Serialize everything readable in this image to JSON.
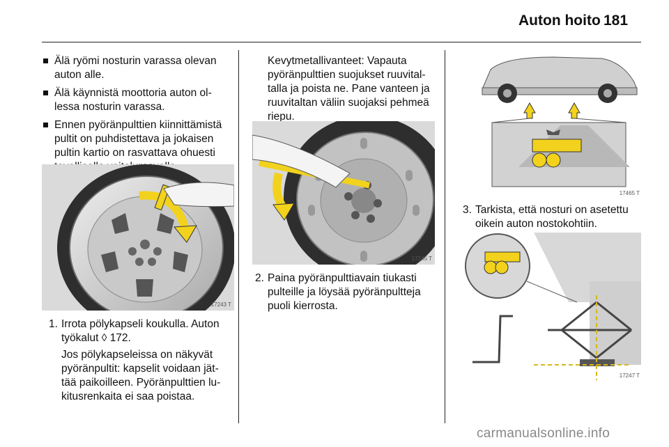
{
  "header": {
    "title": "Auton hoito",
    "page": "181"
  },
  "col1": {
    "bullets": [
      "Älä ryömi nosturin varassa olevan auton alle.",
      "Älä käynnistä moottoria auton ol-lessa nosturin varassa.",
      "Ennen pyöränpulttien kiinnittämistä pultit on puhdistettava ja jokaisen pultin kartio on rasvattava ohuesti tavallisella voitelurasvalla."
    ],
    "figure_no": "17243 T",
    "step1": {
      "number": "1.",
      "text": "Irrota pölykapseli koukulla. Auton työkalut ◊ 172.",
      "note": "Jos pölykapseleissa on näkyvät pyöränpultit: kapselit voidaan jät-tää paikoilleen. Pyöränpulttien lu-kitusrenkaita ei saa poistaa."
    }
  },
  "col2": {
    "intro": "Kevytmetallivanteet: Vapauta pyöränpulttien suojukset ruuvital-talla ja poista ne. Pane vanteen ja ruuvitaltan väliin suojaksi pehmeä riepu.",
    "figure_no": "17245 T",
    "step2": {
      "number": "2.",
      "text": "Paina pyöränpulttiavain tiukasti pulteille ja löysää pyöränpultteja puoli kierrosta."
    }
  },
  "col3": {
    "figure_top_no": "17465 T",
    "step3": {
      "number": "3.",
      "text": "Tarkista, että nosturi on asetettu oikein auton nostokohtiin."
    },
    "figure_bottom_no": "17247 T"
  },
  "footer": {
    "watermark": "carmanualsonline.info"
  },
  "colors": {
    "accent_yellow": "#f2d21c",
    "figure_bg": "#dcdcdc"
  }
}
